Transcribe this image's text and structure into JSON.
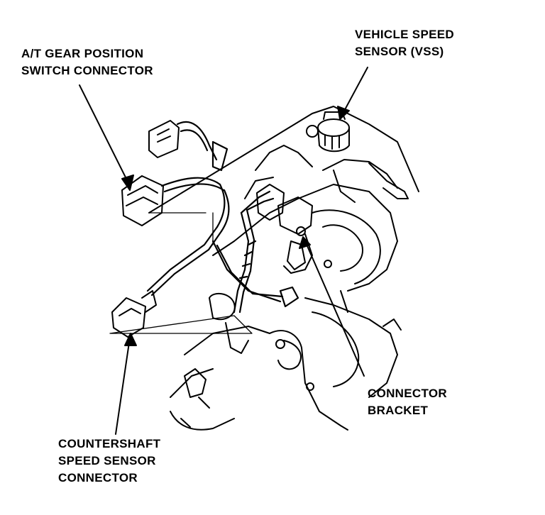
{
  "labels": {
    "gear_switch": [
      "A/T GEAR POSITION",
      "SWITCH CONNECTOR"
    ],
    "vss": [
      "VEHICLE SPEED",
      "SENSOR (VSS)"
    ],
    "connector_bracket": [
      "CONNECTOR",
      "BRACKET"
    ],
    "countershaft": [
      "COUNTERSHAFT",
      "SPEED SENSOR",
      "CONNECTOR"
    ]
  }
}
